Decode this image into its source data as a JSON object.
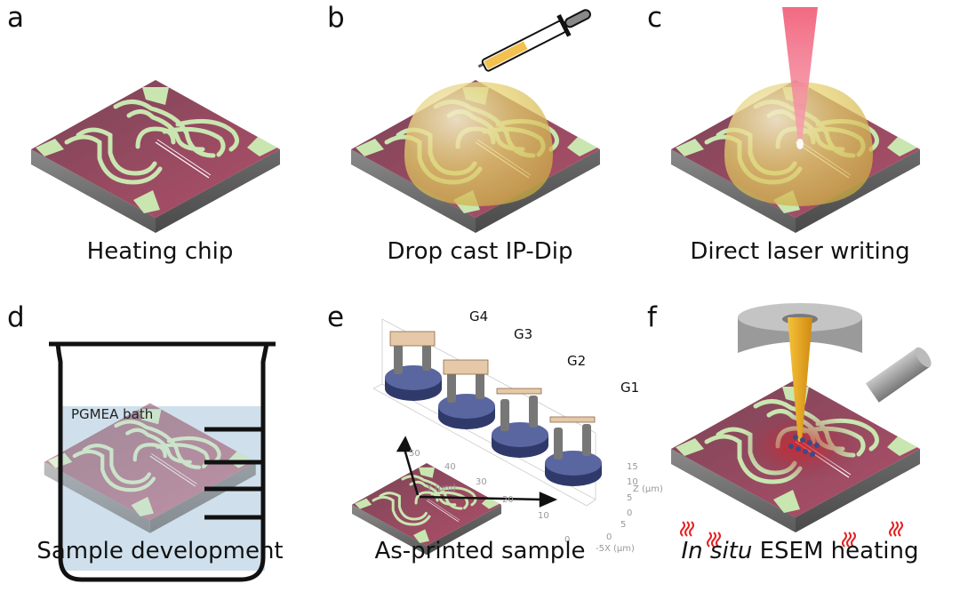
{
  "figure": {
    "panels": [
      {
        "id": "a",
        "letter": "a",
        "caption": "Heating chip"
      },
      {
        "id": "b",
        "letter": "b",
        "caption": "Drop cast IP-Dip"
      },
      {
        "id": "c",
        "letter": "c",
        "caption": "Direct laser writing"
      },
      {
        "id": "d",
        "letter": "d",
        "caption": "Sample development",
        "bath_label": "PGMEA bath"
      },
      {
        "id": "e",
        "letter": "e",
        "caption": "As-printed sample",
        "structures": [
          "G4",
          "G3",
          "G2",
          "G1"
        ],
        "axes": {
          "y_label": "Y (µm)",
          "y_ticks": [
            "0",
            "10",
            "20",
            "30",
            "40",
            "50"
          ],
          "x_label": "X (µm)",
          "x_ticks": [
            "-5",
            "0",
            "5"
          ],
          "z_label": "Z (µm)",
          "z_ticks": [
            "0",
            "5",
            "10",
            "15"
          ]
        }
      },
      {
        "id": "f",
        "letter": "f",
        "caption_italic": "In situ",
        "caption_rest": " ESEM heating"
      }
    ]
  },
  "colors": {
    "chip_top": "#8a3a52",
    "chip_side": "#6f6f6f",
    "trace": "#c9e6b0",
    "droplet": "#e8d070",
    "laser": "#f06f85",
    "electron_beam": "#f0b020",
    "bath": "#c7dbe9",
    "heat": "#e52222",
    "pillar_base": "#55609a",
    "beam_top": "#e6c9a8"
  }
}
